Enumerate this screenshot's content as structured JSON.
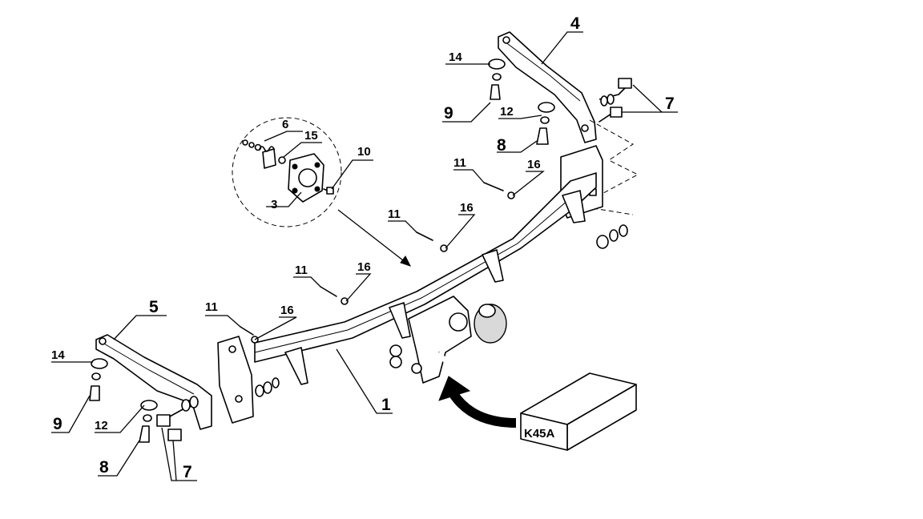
{
  "callouts": {
    "c1": "1",
    "c3": "3",
    "c4": "4",
    "c5": "5",
    "c6": "6",
    "c7_right": "7",
    "c7_left": "7",
    "c8_right": "8",
    "c8_left": "8",
    "c9_right": "9",
    "c9_left": "9",
    "c10": "10",
    "c11_a": "11",
    "c11_b": "11",
    "c11_c": "11",
    "c11_d": "11",
    "c12_right": "12",
    "c12_left": "12",
    "c14_right": "14",
    "c14_left": "14",
    "c15": "15",
    "c16_a": "16",
    "c16_b": "16",
    "c16_c": "16",
    "c16_d": "16"
  },
  "package": {
    "label": "K45A"
  }
}
